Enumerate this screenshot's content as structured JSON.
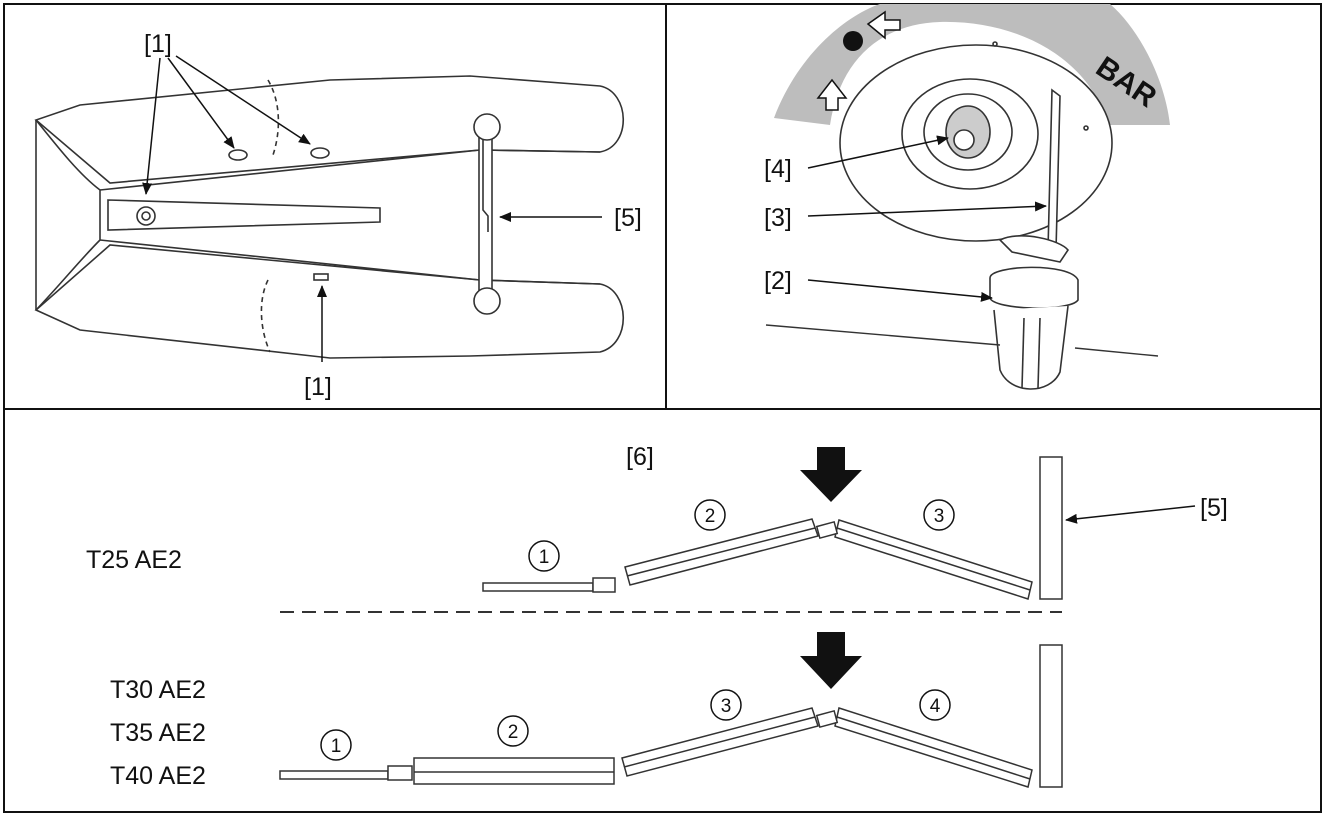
{
  "panel_top_left": {
    "callout_1_top": "[1]",
    "callout_1_bottom": "[1]",
    "callout_5": "[5]"
  },
  "panel_top_right": {
    "gauge_text": "BAR",
    "callout_4": "[4]",
    "callout_3": "[3]",
    "callout_2": "[2]"
  },
  "panel_bottom": {
    "callout_6": "[6]",
    "callout_5": "[5]",
    "upper_model": "T25 AE2",
    "lower_models": [
      "T30 AE2",
      "T35 AE2",
      "T40 AE2"
    ],
    "upper_numbers": [
      "1",
      "2",
      "3"
    ],
    "lower_numbers": [
      "1",
      "2",
      "3",
      "4"
    ]
  },
  "colors": {
    "line": "#111111",
    "gauge_band": "#bdbdbd",
    "arrow_fill": "#111111"
  }
}
